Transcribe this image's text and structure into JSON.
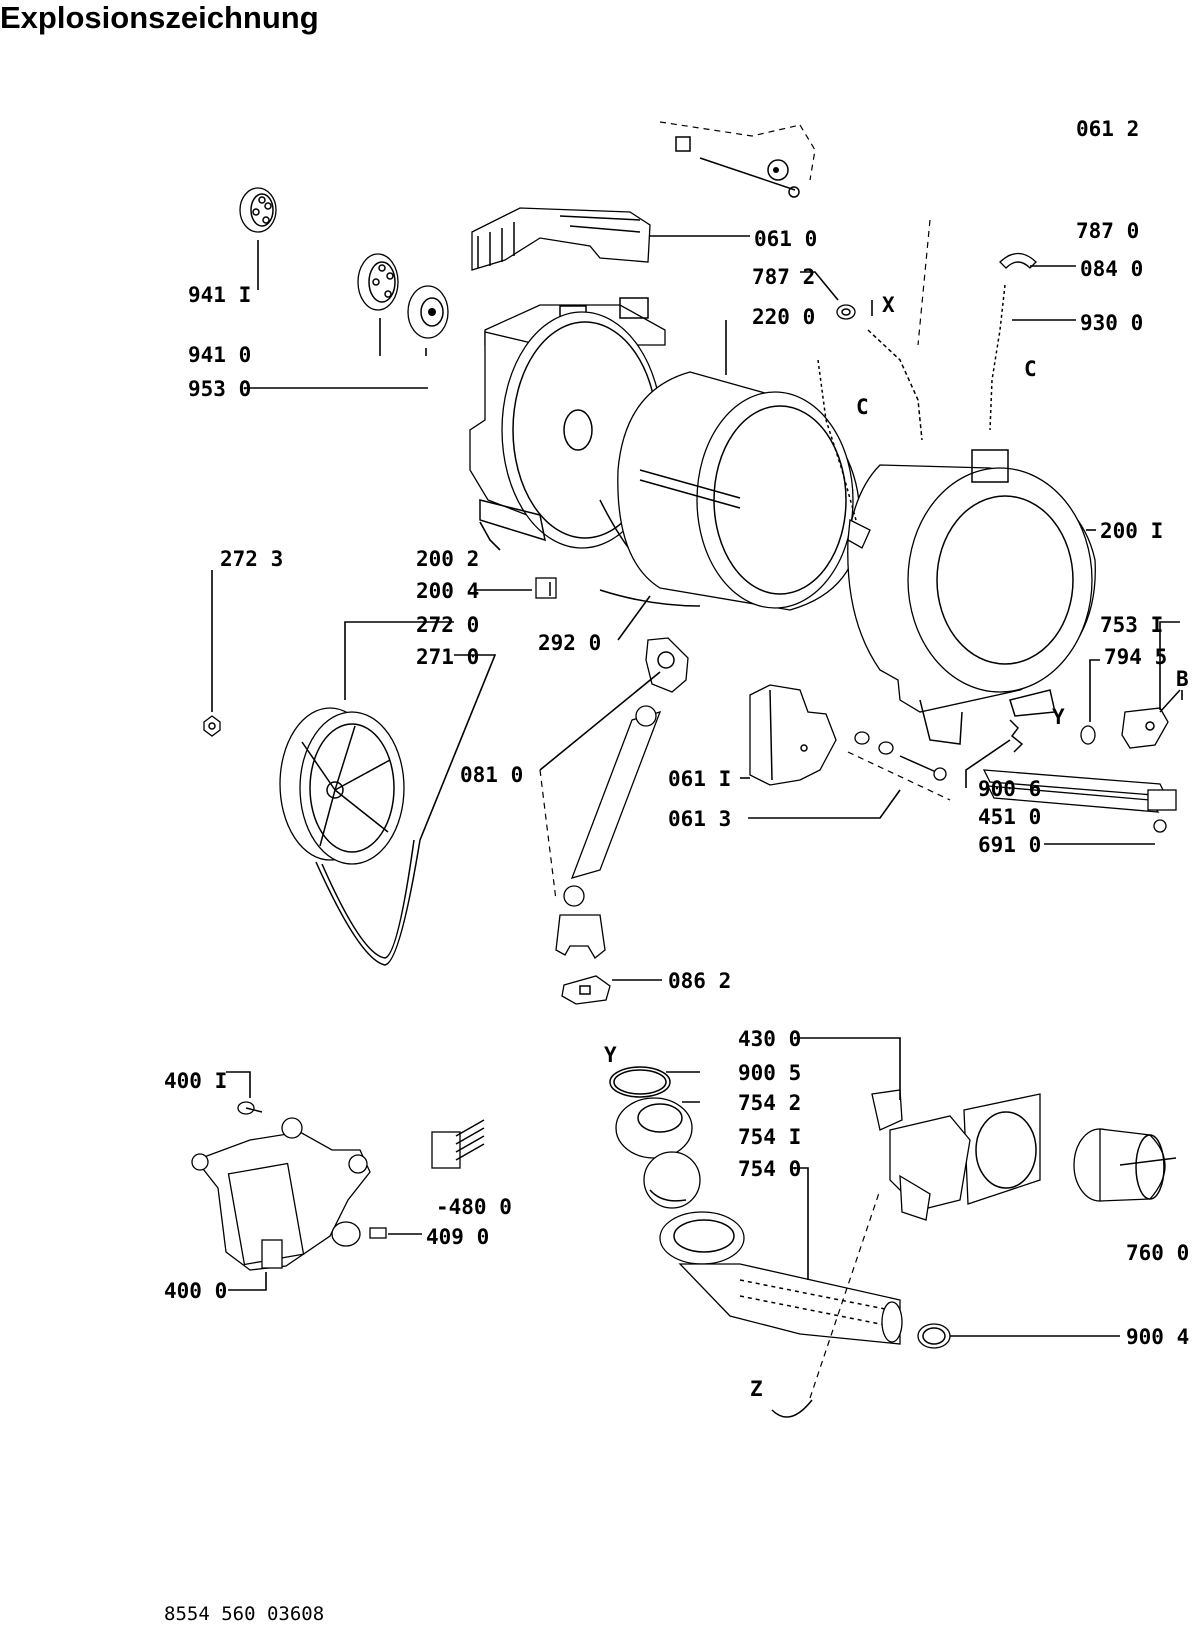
{
  "title": "Explosionszeichnung",
  "document_number": "8554 560 03608",
  "labels": {
    "p0612": "061 2",
    "p7870": "787 0",
    "p0610": "061 0",
    "p0840": "084 0",
    "p7872": "787 2",
    "pX": "X",
    "p2200": "220 0",
    "p9300": "930 0",
    "p9411": "941 I",
    "pC1": "C",
    "pC2": "C",
    "p9410": "941 0",
    "p9530": "953 0",
    "p2723": "272 3",
    "p2002": "200 2",
    "p2001": "200 I",
    "p2004": "200 4",
    "p2720": "272 0",
    "p2920": "292 0",
    "p7531": "753 I",
    "p2710": "271 0",
    "p7945": "794 5",
    "pB": "B",
    "pY1": "Y",
    "p0810": "081 0",
    "p0611": "061 I",
    "p9006": "900 6",
    "p4510": "451 0",
    "p0613": "061 3",
    "p6910": "691 0",
    "p0862": "086 2",
    "p4300": "430 0",
    "pY2": "Y",
    "p9005": "900 5",
    "p4001": "400 I",
    "p7542": "754 2",
    "p7541": "754 I",
    "p7540": "754 0",
    "p4800": "-480 0",
    "p4090": "409 0",
    "p7600": "760 0",
    "p4000": "400 0",
    "p9004": "900 4",
    "pZ": "Z"
  }
}
